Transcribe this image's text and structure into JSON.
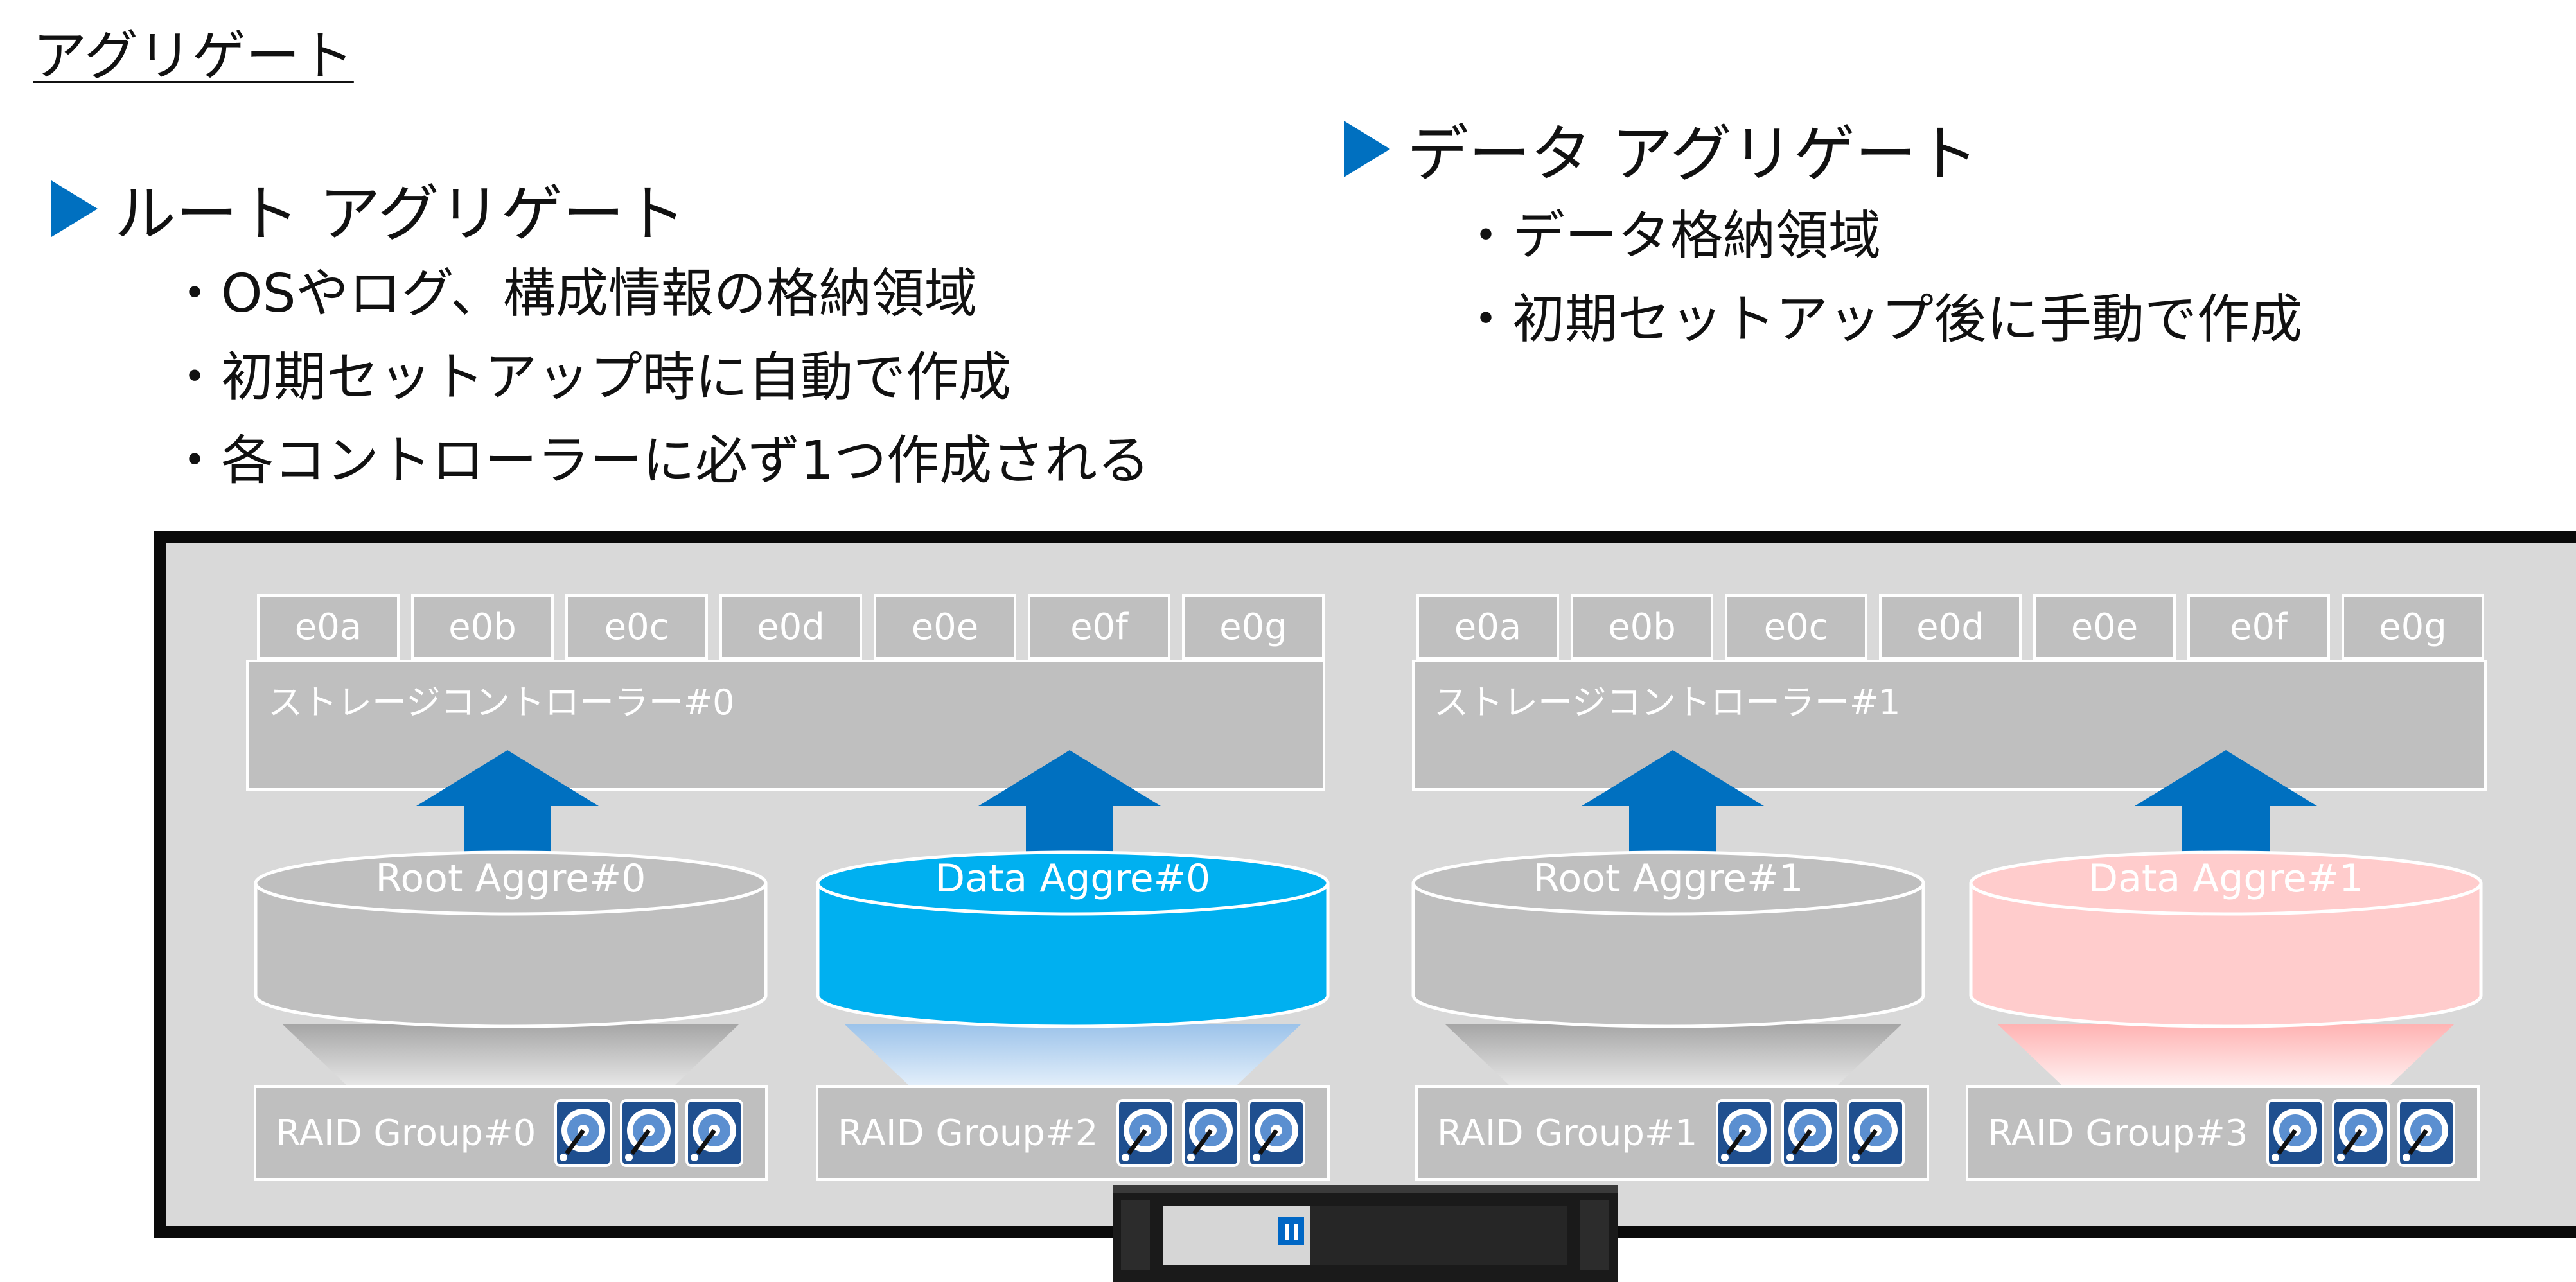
{
  "title": "アグリゲート",
  "root_section": {
    "heading": "ルート アグリゲート",
    "bullets": [
      "・OSやログ、構成情報の格納領域",
      "・初期セットアップ時に自動で作成",
      "・各コントローラーに必ず1つ作成される"
    ]
  },
  "data_section": {
    "heading": "データ アグリゲート",
    "bullets": [
      "・データ格納領域",
      "・初期セットアップ後に手動で作成"
    ]
  },
  "controllers": [
    {
      "name": "ストレージコントローラー#0",
      "ports": [
        "e0a",
        "e0b",
        "e0c",
        "e0d",
        "e0e",
        "e0f",
        "e0g"
      ],
      "aggregates": [
        {
          "label": "Root Aggre#0",
          "color": "#bfbfbf",
          "raid": "RAID Group#0"
        },
        {
          "label": "Data Aggre#0",
          "color": "#00b0f0",
          "raid": "RAID Group#2"
        }
      ]
    },
    {
      "name": "ストレージコントローラー#1",
      "ports": [
        "e0a",
        "e0b",
        "e0c",
        "e0d",
        "e0e",
        "e0f",
        "e0g"
      ],
      "aggregates": [
        {
          "label": "Root Aggre#1",
          "color": "#bfbfbf",
          "raid": "RAID Group#1"
        },
        {
          "label": "Data Aggre#1",
          "color": "#ffcccc",
          "raid": "RAID Group#3"
        }
      ]
    }
  ],
  "colors": {
    "accent": "#0070c0",
    "arrow": "#0070c0",
    "panel": "#d9d9d9",
    "box": "#bfbfbf"
  },
  "icons": {
    "bullet": "triangle-right-icon",
    "disk": "hard-disk-icon",
    "hardware": "storage-appliance-icon"
  }
}
